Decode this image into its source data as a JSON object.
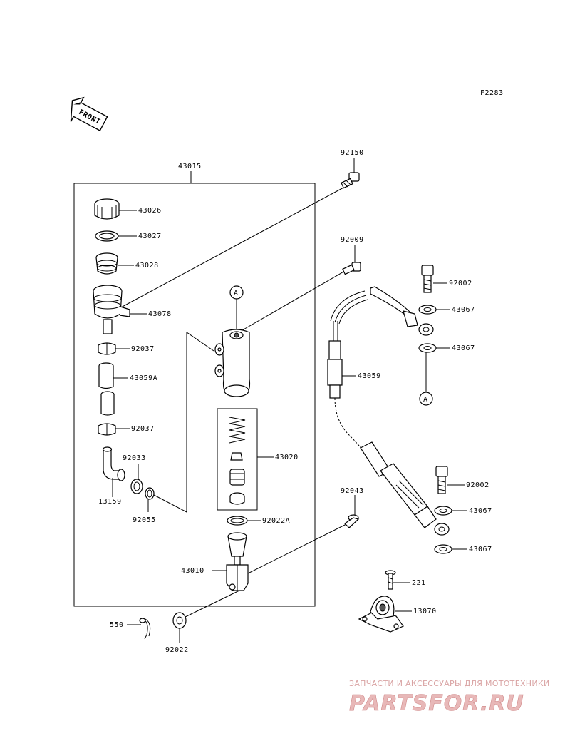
{
  "figure_code": "F2283",
  "front_label": "FRONT",
  "ref_marker": "A",
  "parts": {
    "p43015": "43015",
    "p92150": "92150",
    "p43026": "43026",
    "p43027": "43027",
    "p43028": "43028",
    "p43078": "43078",
    "p92037a": "92037",
    "p43059A": "43059A",
    "p92037b": "92037",
    "p92033": "92033",
    "p13159": "13159",
    "p92055": "92055",
    "p92009": "92009",
    "p43020": "43020",
    "p92022A": "92022A",
    "p43010": "43010",
    "p92043": "92043",
    "p550": "550",
    "p92022": "92022",
    "p92002a": "92002",
    "p43067a": "43067",
    "p43067b": "43067",
    "p43059": "43059",
    "p92002b": "92002",
    "p43067c": "43067",
    "p43067d": "43067",
    "p221": "221",
    "p13070": "13070"
  },
  "watermark": {
    "tagline": "ЗАПЧАСТИ И АКСЕССУАРЫ ДЛЯ МОТОТЕХНИКИ",
    "brand": "PARTSFOR.RU"
  }
}
